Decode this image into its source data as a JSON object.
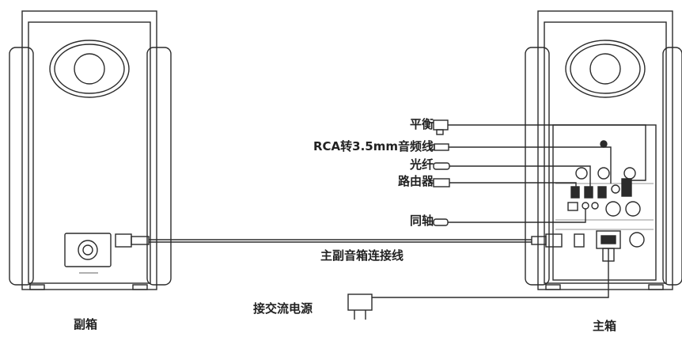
{
  "labels": {
    "balanced": "平衡",
    "rca": "RCA转3.5mm音频线",
    "optical": "光纤",
    "router": "路由器",
    "coaxial": "同轴",
    "link_cable": "主副音箱连接线",
    "power": "接交流电源",
    "secondary_speaker": "副箱",
    "main_speaker": "主箱"
  }
}
